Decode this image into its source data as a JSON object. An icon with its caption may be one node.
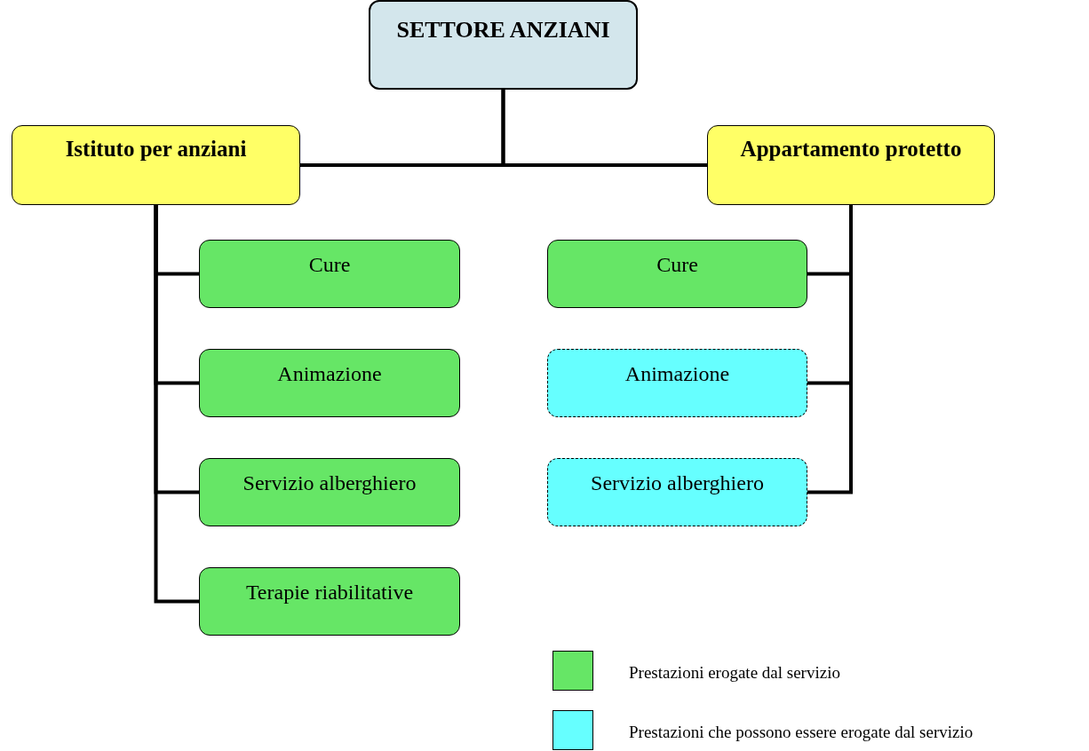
{
  "diagram": {
    "nodes": [
      {
        "text": [
          "SETTORE ANZIANI"
        ]
      },
      {
        "text": [
          "Istituto per anziani"
        ]
      },
      {
        "text": [
          "Appartamento protetto"
        ]
      },
      {
        "text": [
          "Cure"
        ]
      },
      {
        "text": [
          "Animazione"
        ]
      },
      {
        "text": [
          "Servizio alberghiero"
        ]
      },
      {
        "text": [
          "Terapie riabilitative"
        ]
      },
      {
        "text": [
          "Cure"
        ]
      },
      {
        "text": [
          "Animazione"
        ]
      },
      {
        "text": [
          "Servizio alberghiero"
        ]
      }
    ],
    "edges": [
      {
        "from": 0,
        "to": 1,
        "arrow": "none"
      },
      {
        "from": 0,
        "to": 2,
        "arrow": "none"
      },
      {
        "from": 1,
        "to": 3,
        "arrow": "none"
      },
      {
        "from": 1,
        "to": 4,
        "arrow": "none"
      },
      {
        "from": 1,
        "to": 5,
        "arrow": "none"
      },
      {
        "from": 1,
        "to": 6,
        "arrow": "none"
      },
      {
        "from": 2,
        "to": 7,
        "arrow": "none"
      },
      {
        "from": 2,
        "to": 8,
        "arrow": "none"
      },
      {
        "from": 2,
        "to": 9,
        "arrow": "none"
      }
    ],
    "legend": [
      {
        "text": "Prestazioni erogate dal servizio",
        "color": "#66e666"
      },
      {
        "text": "Prestazioni che possono essere erogate dal servizio",
        "color": "#66ffff"
      }
    ]
  }
}
